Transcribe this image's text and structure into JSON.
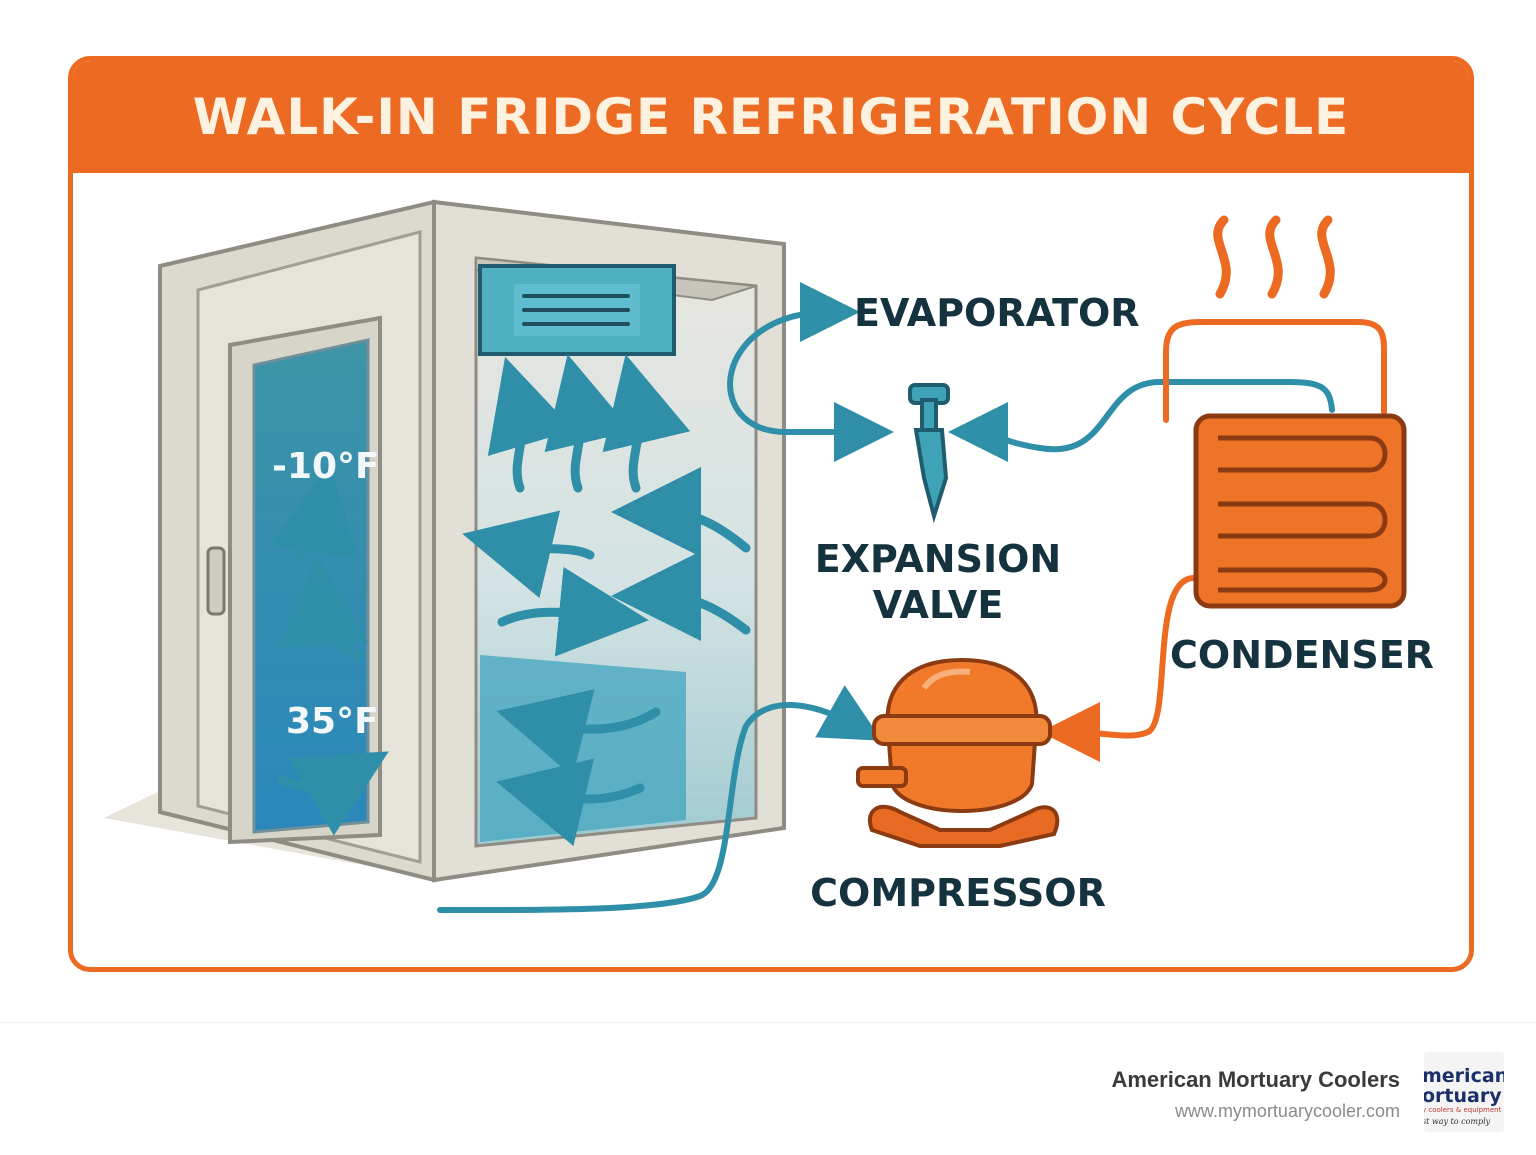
{
  "title": "WALK-IN FRIDGE REFRIGERATION CYCLE",
  "labels": {
    "evaporator": "EVAPORATOR",
    "expansion_valve_line1": "EXPANSION",
    "expansion_valve_line2": "VALVE",
    "condenser": "CONDENSER",
    "compressor": "COMPRESSOR"
  },
  "temperatures": {
    "top": "-10°F",
    "bottom": "35°F"
  },
  "footer": {
    "brand_name": "American Mortuary Coolers",
    "url": "www.mymortuarycooler.com",
    "logo_line1": "merican",
    "logo_line2": "ortuary",
    "logo_line3": "y coolers & equipment",
    "logo_line4": "st way to comply"
  },
  "colors": {
    "accent": "#ec6a22",
    "cold_blue": "#2f8fa8",
    "dark_text": "#15323f",
    "cabinet": "#e4e1d8"
  }
}
